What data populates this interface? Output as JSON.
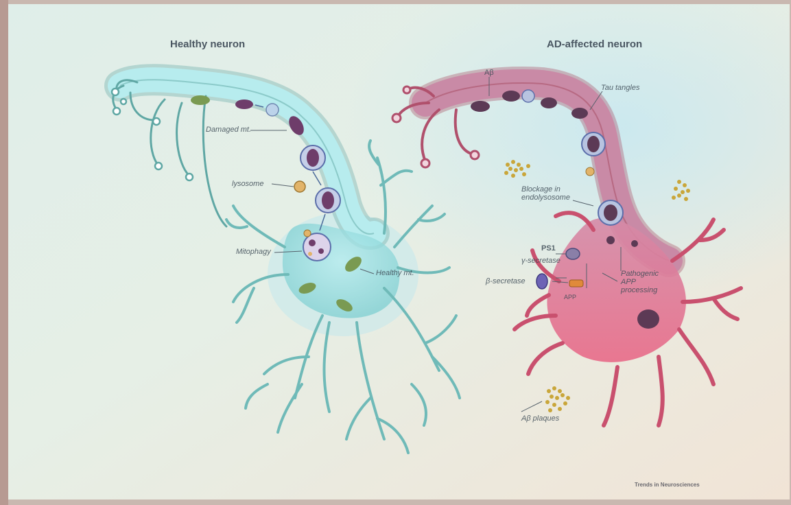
{
  "titles": {
    "healthy": "Healthy neuron",
    "ad": "AD-affected neuron"
  },
  "healthy_labels": {
    "damaged_mt": "Damaged mt.",
    "lysosome": "lysosome",
    "mitophagy": "Mitophagy",
    "healthy_mt": "Healthy mt."
  },
  "ad_labels": {
    "abeta": "Aβ",
    "tau": "Tau tangles",
    "blockage_line1": "Blockage in",
    "blockage_line2": "endolysosome",
    "ps1": "PS1",
    "gamma": "γ-secretase",
    "beta": "β-secretase",
    "app": "APP",
    "patho_line1": "Pathogenic",
    "patho_line2": "APP",
    "patho_line3": "processing",
    "plaques": "Aβ plaques"
  },
  "footer": {
    "source": "Trends in Neurosciences"
  },
  "colors": {
    "healthy_neuron": "#8fd8d6",
    "healthy_outline": "#5fa7a4",
    "ad_neuron": "#e07a97",
    "ad_outline": "#a5475e",
    "mito_green": "#7a9a52",
    "mito_purple": "#6e3d6a",
    "plaque": "#c9a63a"
  }
}
